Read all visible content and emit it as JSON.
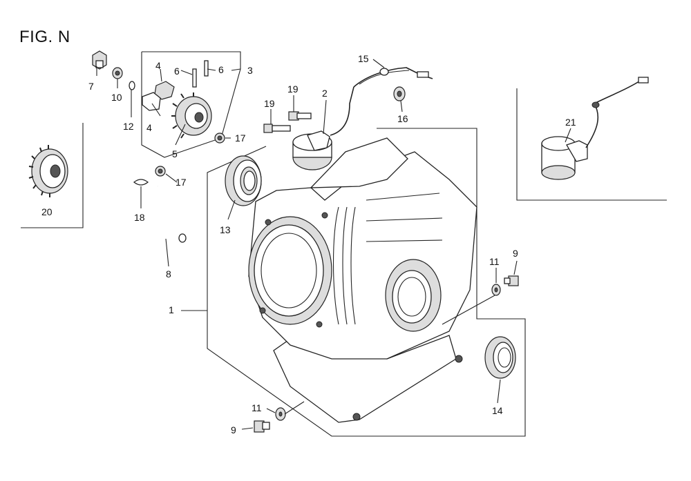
{
  "figure": {
    "title": "FIG. N",
    "callouts": [
      {
        "id": "c1",
        "label": "1"
      },
      {
        "id": "c2",
        "label": "2"
      },
      {
        "id": "c3",
        "label": "3"
      },
      {
        "id": "c4a",
        "label": "4"
      },
      {
        "id": "c4b",
        "label": "4"
      },
      {
        "id": "c5",
        "label": "5"
      },
      {
        "id": "c6a",
        "label": "6"
      },
      {
        "id": "c6b",
        "label": "6"
      },
      {
        "id": "c7",
        "label": "7"
      },
      {
        "id": "c8",
        "label": "8"
      },
      {
        "id": "c9a",
        "label": "9"
      },
      {
        "id": "c9b",
        "label": "9"
      },
      {
        "id": "c10",
        "label": "10"
      },
      {
        "id": "c11a",
        "label": "11"
      },
      {
        "id": "c11b",
        "label": "11"
      },
      {
        "id": "c12",
        "label": "12"
      },
      {
        "id": "c13",
        "label": "13"
      },
      {
        "id": "c14",
        "label": "14"
      },
      {
        "id": "c15",
        "label": "15"
      },
      {
        "id": "c16",
        "label": "16"
      },
      {
        "id": "c17a",
        "label": "17"
      },
      {
        "id": "c17b",
        "label": "17"
      },
      {
        "id": "c18",
        "label": "18"
      },
      {
        "id": "c19a",
        "label": "19"
      },
      {
        "id": "c19b",
        "label": "19"
      },
      {
        "id": "c20",
        "label": "20"
      },
      {
        "id": "c21",
        "label": "21"
      }
    ]
  }
}
